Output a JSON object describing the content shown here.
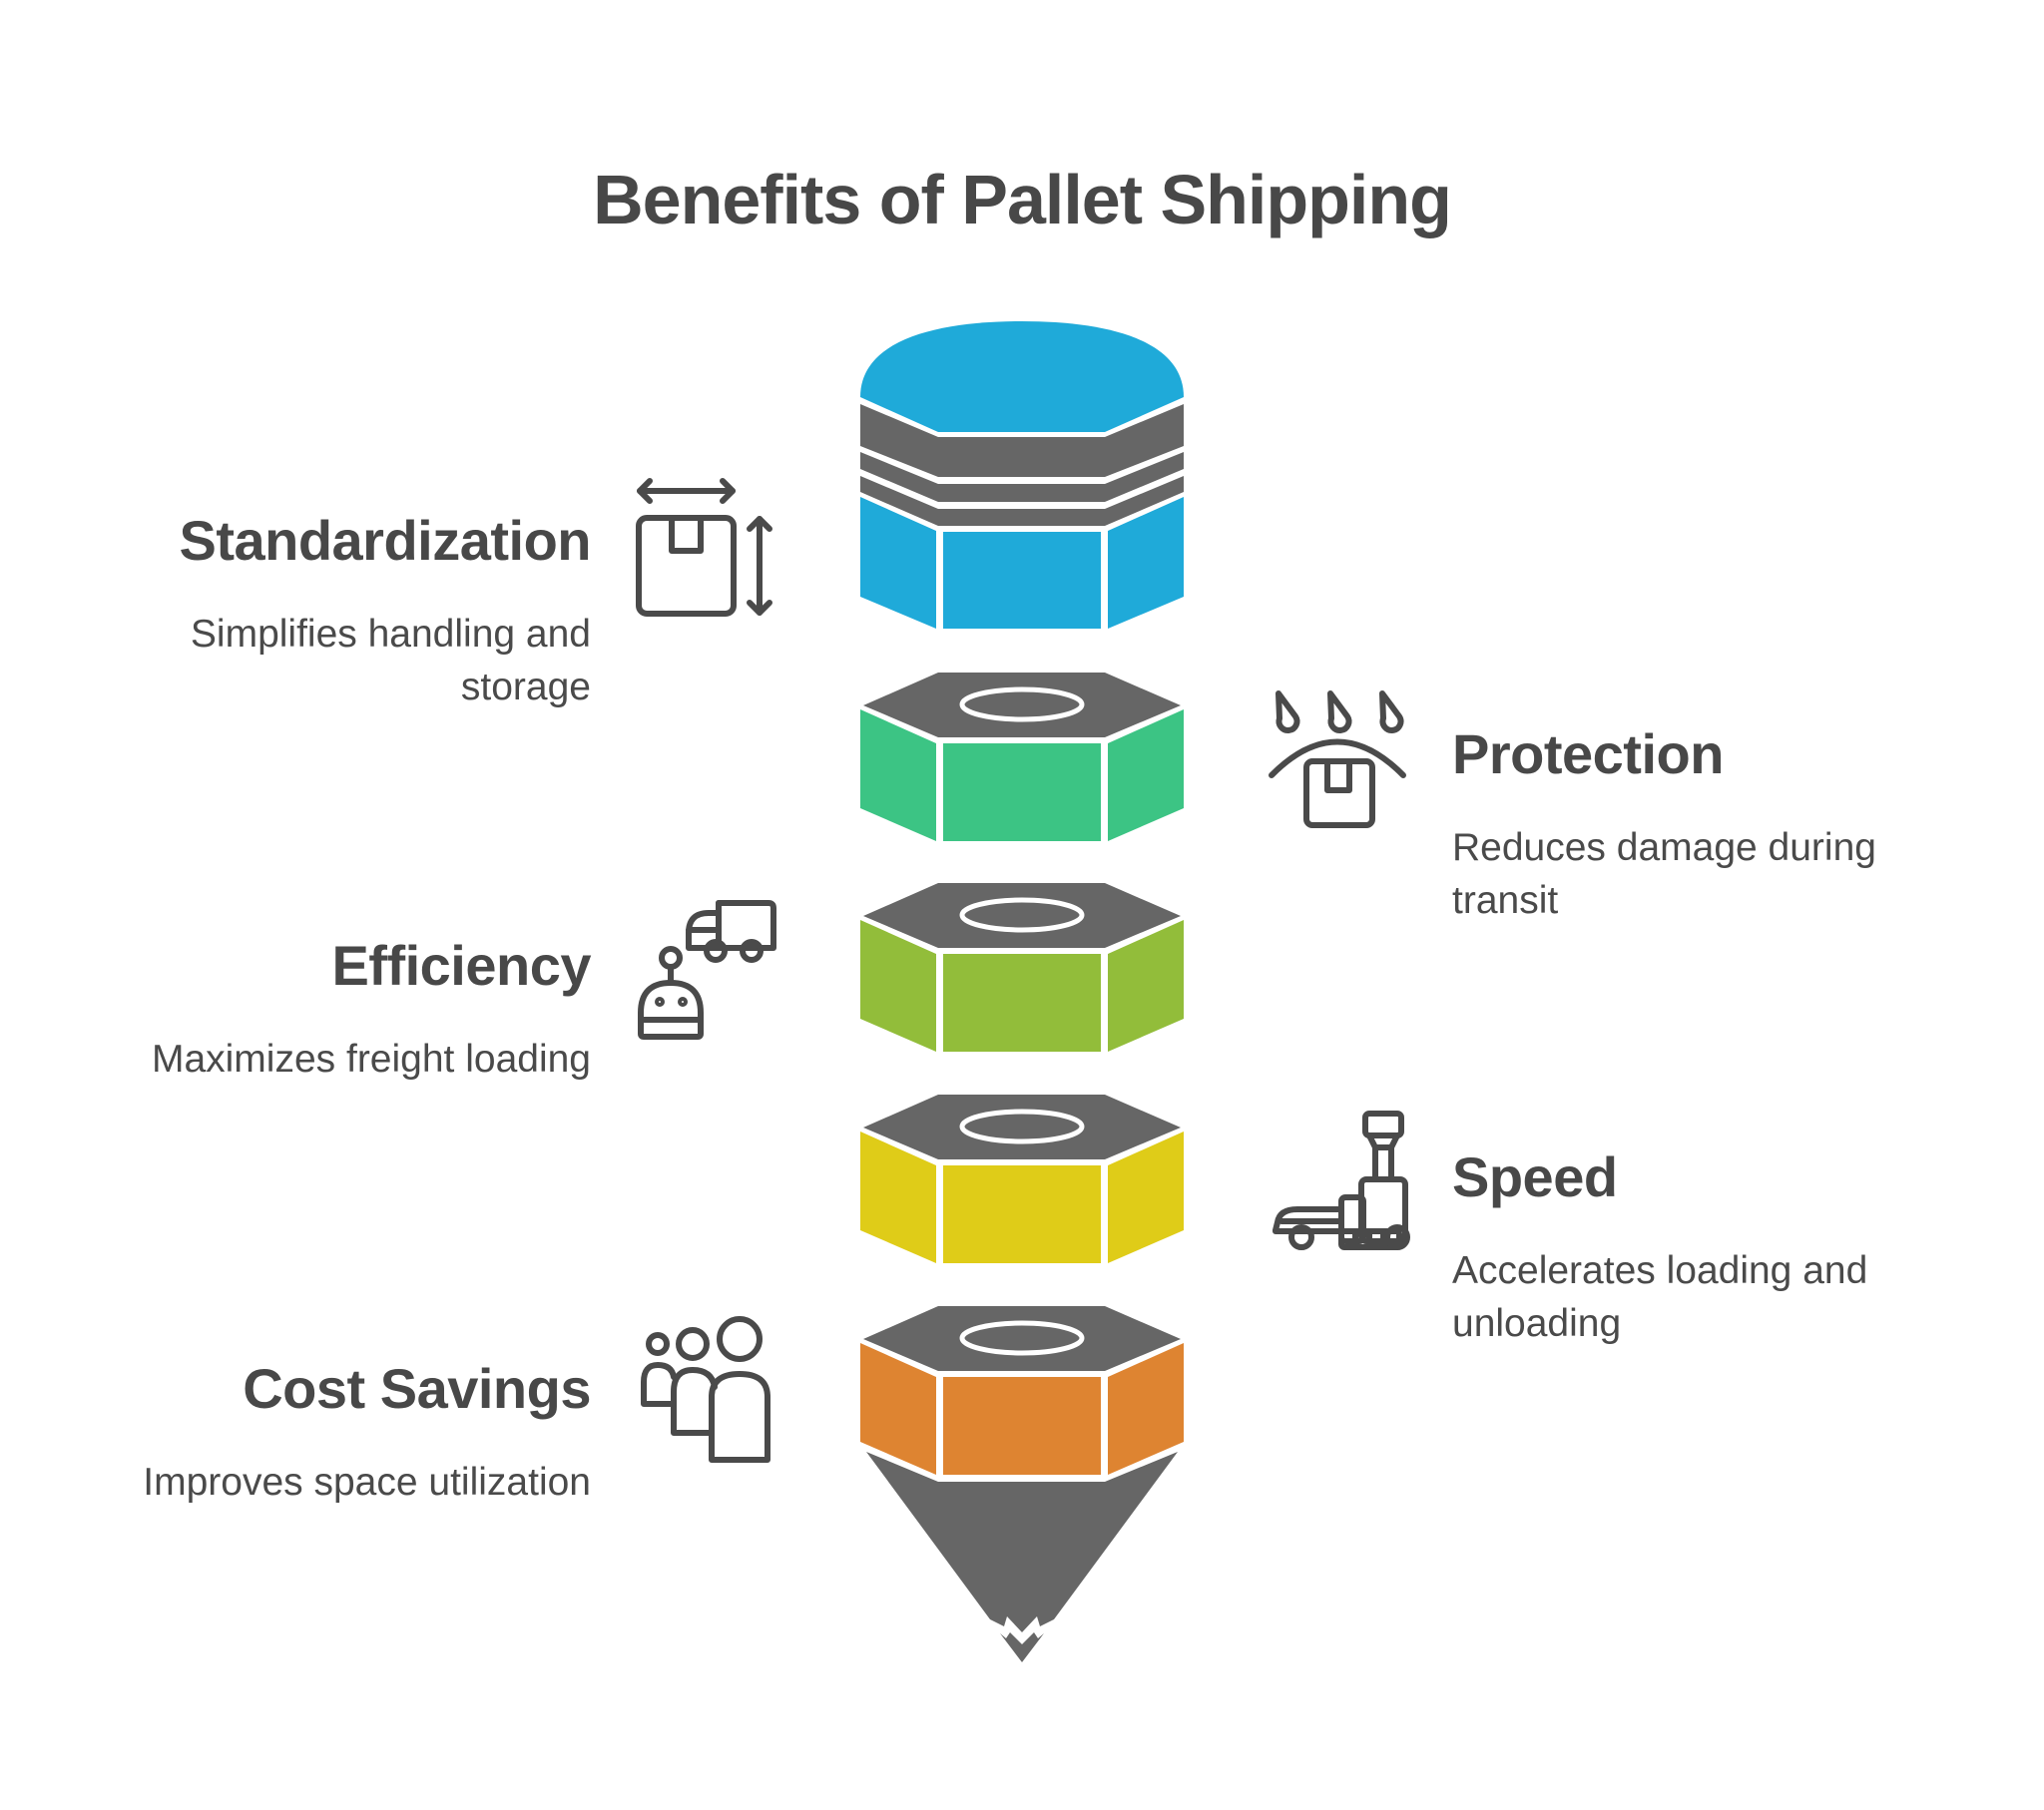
{
  "title": "Benefits of Pallet Shipping",
  "colors": {
    "text": "#484848",
    "cap_grey": "#666666",
    "icon_stroke": "#4a4a4a",
    "layers": [
      "#1faad9",
      "#3cc484",
      "#92bd3a",
      "#dfcc18",
      "#de8431"
    ]
  },
  "benefits": [
    {
      "heading": "Standardization",
      "description": "Simplifies handling and storage",
      "side": "left",
      "icon": "package-dimensions-icon",
      "layer_color": "#1faad9"
    },
    {
      "heading": "Protection",
      "description": "Reduces damage during transit",
      "side": "right",
      "icon": "umbrella-package-rain-icon",
      "layer_color": "#3cc484"
    },
    {
      "heading": "Efficiency",
      "description": "Maximizes freight loading",
      "side": "left",
      "icon": "robot-truck-icon",
      "layer_color": "#92bd3a"
    },
    {
      "heading": "Speed",
      "description": "Accelerates loading and unloading",
      "side": "right",
      "icon": "pallet-jack-icon",
      "layer_color": "#dfcc18"
    },
    {
      "heading": "Cost Savings",
      "description": "Improves space utilization",
      "side": "left",
      "icon": "people-group-icon",
      "layer_color": "#de8431"
    }
  ]
}
